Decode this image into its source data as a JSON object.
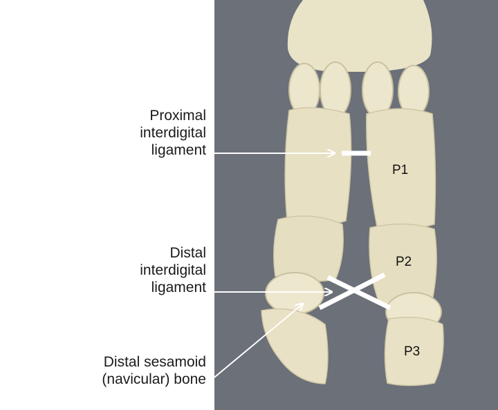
{
  "callouts": {
    "proximal_ligament": [
      "Proximal",
      "interdigital",
      "ligament"
    ],
    "distal_ligament": [
      "Distal",
      "interdigital",
      "ligament"
    ],
    "sesamoid": [
      "Distal sesamoid",
      "(navicular) bone"
    ]
  },
  "bones": {
    "p1": "P1",
    "p2": "P2",
    "p3": "P3"
  },
  "colors": {
    "backdrop": "#6b7079",
    "bone": "#e9e3c8",
    "bone_shadow": "#c9c1a0",
    "arrow": "#ffffff",
    "ligament_marker": "#ffffff"
  }
}
